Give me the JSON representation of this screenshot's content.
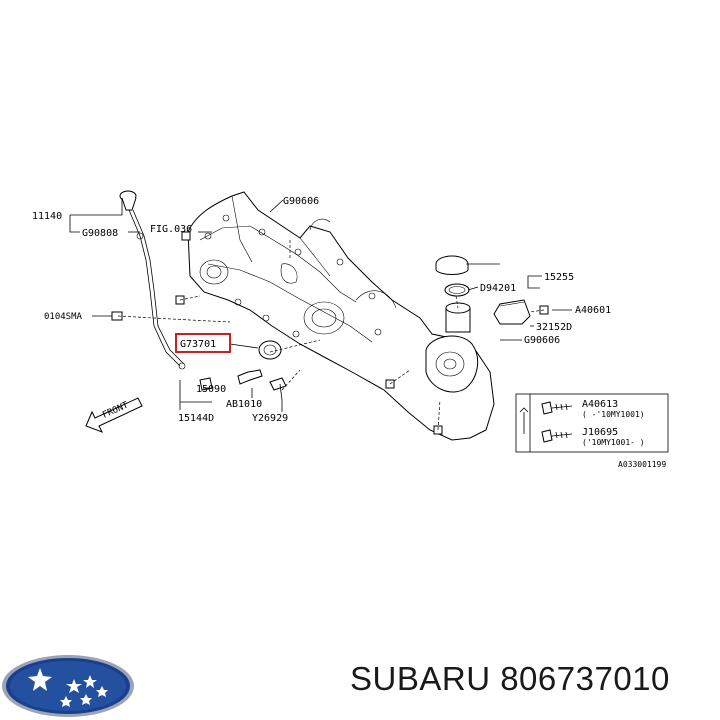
{
  "labels": {
    "l11140": "11140",
    "lG90808": "G90808",
    "lFIG": "FIG.036",
    "lG90606a": "G90606",
    "l15255": "15255",
    "lD94201": "D94201",
    "lA40601": "A40601",
    "l32152D": "32152D",
    "lG90606b": "G90606",
    "l0104SMA": "0104SMA",
    "lG73701": "G73701",
    "l15090": "15090",
    "lAB1010": "AB1010",
    "l15144D": "15144D",
    "lY26929": "Y26929",
    "lFRONT": "FRONT",
    "lA40613": "A40613",
    "lA40613range": "( -'10MY1001)",
    "lJ10695": "J10695",
    "lJ10695range": "('10MY1001- )",
    "lRef": "A033001199"
  },
  "footer": {
    "brand": "SUBARU",
    "part_number": "806737010"
  },
  "colors": {
    "highlight_box": "#cc1f1f",
    "logo_blue": "#1a3f8f",
    "logo_star": "#ffffff"
  }
}
